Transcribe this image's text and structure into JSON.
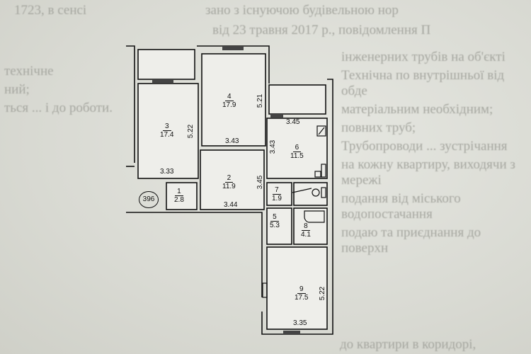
{
  "background_text": [
    "зано з існуючою будівельною нор",
    "від 23 травня 2017 р., повідомлення П",
    "1723, в сенсі",
    "інженерних трубів на об'єкті",
    "технічне",
    "ний;",
    "Технічна по внутрішньої від обде",
    "матеріальним необхідним;",
    "ться ... і до роботи.",
    "повних труб;",
    "Трубопроводи ... зустрічання",
    "на кожну квартиру, виходячи з мережі",
    "подання від міського водопостачання",
    "подаю та приєднання до поверхн",
    "до квартири в коридорі,"
  ],
  "plan_number": "396",
  "rooms": [
    {
      "id": "1",
      "area": "2.8"
    },
    {
      "id": "2",
      "area": "11.9"
    },
    {
      "id": "3",
      "area": "17.4"
    },
    {
      "id": "4",
      "area": "17.9"
    },
    {
      "id": "5",
      "area": "5.3"
    },
    {
      "id": "6",
      "area": "11.5"
    },
    {
      "id": "7",
      "area": "1.9"
    },
    {
      "id": "8",
      "area": "4.1"
    },
    {
      "id": "9",
      "area": "17.5"
    }
  ],
  "dimensions": {
    "r3_h": "5.22",
    "r3_w": "3.33",
    "r4_h": "5.21",
    "r4_w": "3.43",
    "r6_w": "3.45",
    "r6_h": "3.43",
    "r2_h": "3.45",
    "r2_w": "3.44",
    "r9_h": "5.22",
    "r9_w": "3.35"
  }
}
